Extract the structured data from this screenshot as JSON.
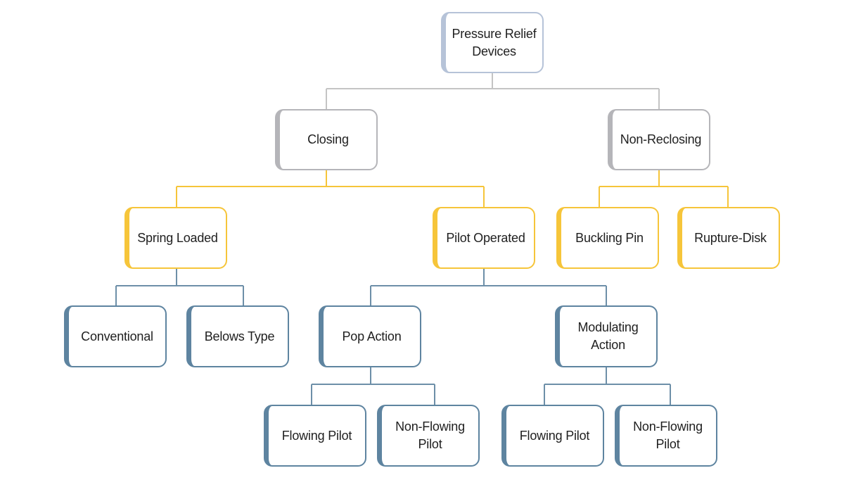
{
  "diagram": {
    "colors": {
      "root": "#b6c3d8",
      "level1": "#b5b5b9",
      "level2": "#f6c53a",
      "level3": "#5e84a0",
      "connector_gray": "#c4c4c4",
      "connector_gold": "#f6c53a",
      "connector_blue": "#6d8fa8"
    },
    "nodes": {
      "root": "Pressure Relief\nDevices",
      "closing": "Closing",
      "non_reclosing": "Non-Reclosing",
      "spring_loaded": "Spring Loaded",
      "pilot_operated": "Pilot Operated",
      "buckling_pin": "Buckling Pin",
      "rupture_disk": "Rupture-Disk",
      "conventional": "Conventional",
      "belows_type": "Belows Type",
      "pop_action": "Pop Action",
      "modulating_action": "Modulating\nAction",
      "pop_flowing_pilot": "Flowing Pilot",
      "pop_non_flowing_pilot": "Non-Flowing\nPilot",
      "mod_flowing_pilot": "Flowing Pilot",
      "mod_non_flowing_pilot": "Non-Flowing\nPilot"
    },
    "edges": [
      {
        "from": "root",
        "to": "closing"
      },
      {
        "from": "root",
        "to": "non_reclosing"
      },
      {
        "from": "closing",
        "to": "spring_loaded"
      },
      {
        "from": "closing",
        "to": "pilot_operated"
      },
      {
        "from": "non_reclosing",
        "to": "buckling_pin"
      },
      {
        "from": "non_reclosing",
        "to": "rupture_disk"
      },
      {
        "from": "spring_loaded",
        "to": "conventional"
      },
      {
        "from": "spring_loaded",
        "to": "belows_type"
      },
      {
        "from": "pilot_operated",
        "to": "pop_action"
      },
      {
        "from": "pilot_operated",
        "to": "modulating_action"
      },
      {
        "from": "pop_action",
        "to": "pop_flowing_pilot"
      },
      {
        "from": "pop_action",
        "to": "pop_non_flowing_pilot"
      },
      {
        "from": "modulating_action",
        "to": "mod_flowing_pilot"
      },
      {
        "from": "modulating_action",
        "to": "mod_non_flowing_pilot"
      }
    ]
  }
}
